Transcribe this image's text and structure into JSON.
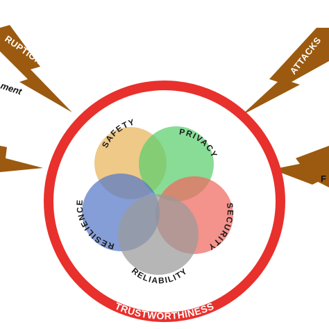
{
  "ring": {
    "label": "TRUSTWORTHINESS",
    "color": "#e8302c"
  },
  "bolts": {
    "color": "#9b5a10",
    "top_left_label": "RUPTIONS",
    "top_left_sublabel": "ment",
    "top_right_label": "ATTACKS",
    "right_partial_label": "F"
  },
  "circles": [
    {
      "id": "safety",
      "label": "SAFETY",
      "color": "#e8b45a"
    },
    {
      "id": "privacy",
      "label": "PRIVACY",
      "color": "#5ccf6e"
    },
    {
      "id": "security",
      "label": "SECURITY",
      "color": "#f0685f"
    },
    {
      "id": "resilience",
      "label": "RESILIENCE",
      "color": "#5678c8"
    },
    {
      "id": "reliability",
      "label": "RELIABILITY",
      "color": "#9a9a9a"
    }
  ]
}
